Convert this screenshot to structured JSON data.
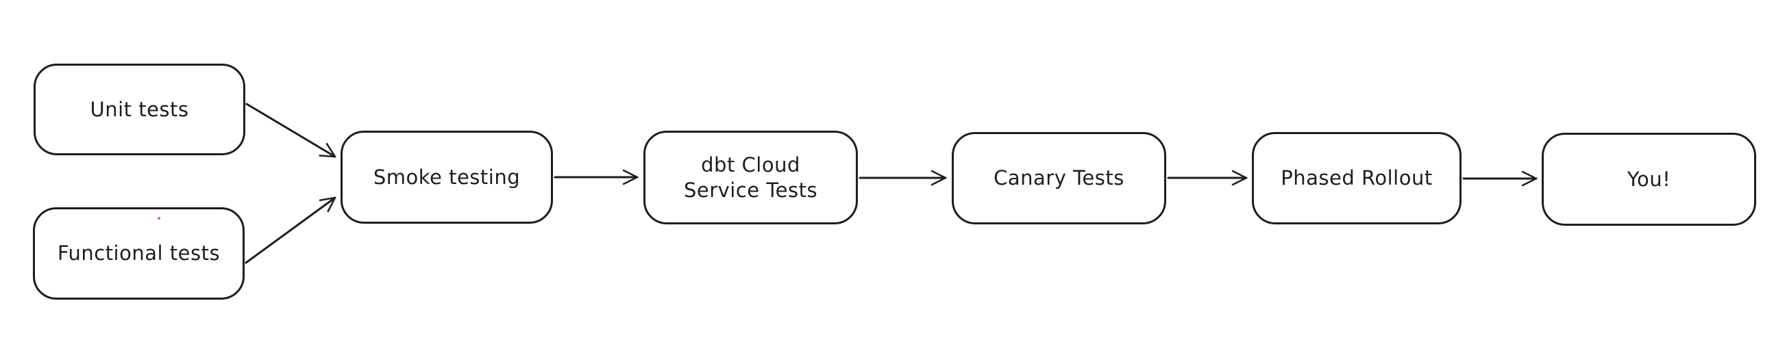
{
  "diagram": {
    "type": "flowchart",
    "background": "#ffffff",
    "stroke_color": "#1e1e1e",
    "artifact_dot_color": "#cc4b4b",
    "nodes": [
      {
        "id": "unit-tests",
        "label": "Unit tests"
      },
      {
        "id": "functional-tests",
        "label": "Functional tests"
      },
      {
        "id": "smoke-testing",
        "label": "Smoke testing"
      },
      {
        "id": "dbt-cloud-service-tests",
        "label": "dbt Cloud\nService Tests"
      },
      {
        "id": "canary-tests",
        "label": "Canary Tests"
      },
      {
        "id": "phased-rollout",
        "label": "Phased Rollout"
      },
      {
        "id": "you",
        "label": "You!"
      }
    ],
    "edges": [
      {
        "from": "unit-tests",
        "to": "smoke-testing"
      },
      {
        "from": "functional-tests",
        "to": "smoke-testing"
      },
      {
        "from": "smoke-testing",
        "to": "dbt-cloud-service-tests"
      },
      {
        "from": "dbt-cloud-service-tests",
        "to": "canary-tests"
      },
      {
        "from": "canary-tests",
        "to": "phased-rollout"
      },
      {
        "from": "phased-rollout",
        "to": "you"
      }
    ]
  }
}
